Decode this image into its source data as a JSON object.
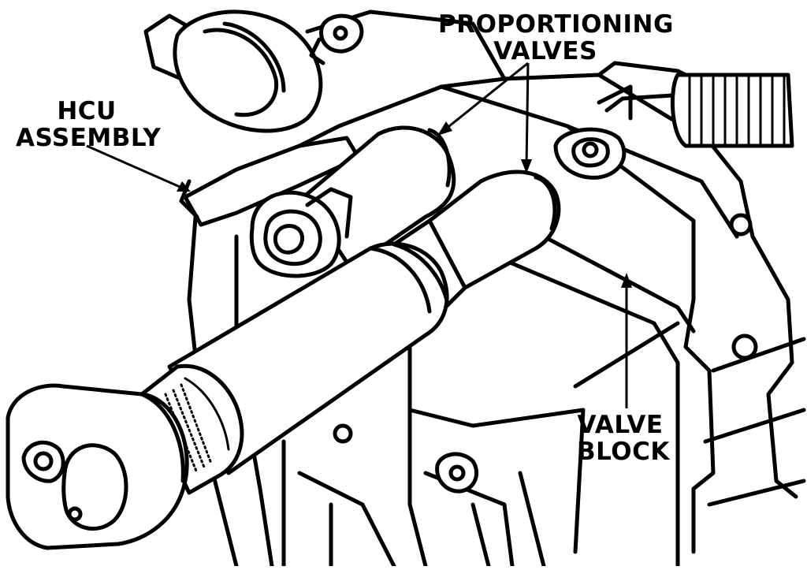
{
  "figure": {
    "labels": {
      "proportioning_valves": [
        "PROPORTIONING",
        "VALVES"
      ],
      "hcu_assembly": [
        "HCU",
        "ASSEMBLY"
      ],
      "valve_block": [
        "VALVE",
        "BLOCK"
      ]
    },
    "colors": {
      "ink": "#000000",
      "paper": "#ffffff"
    }
  }
}
